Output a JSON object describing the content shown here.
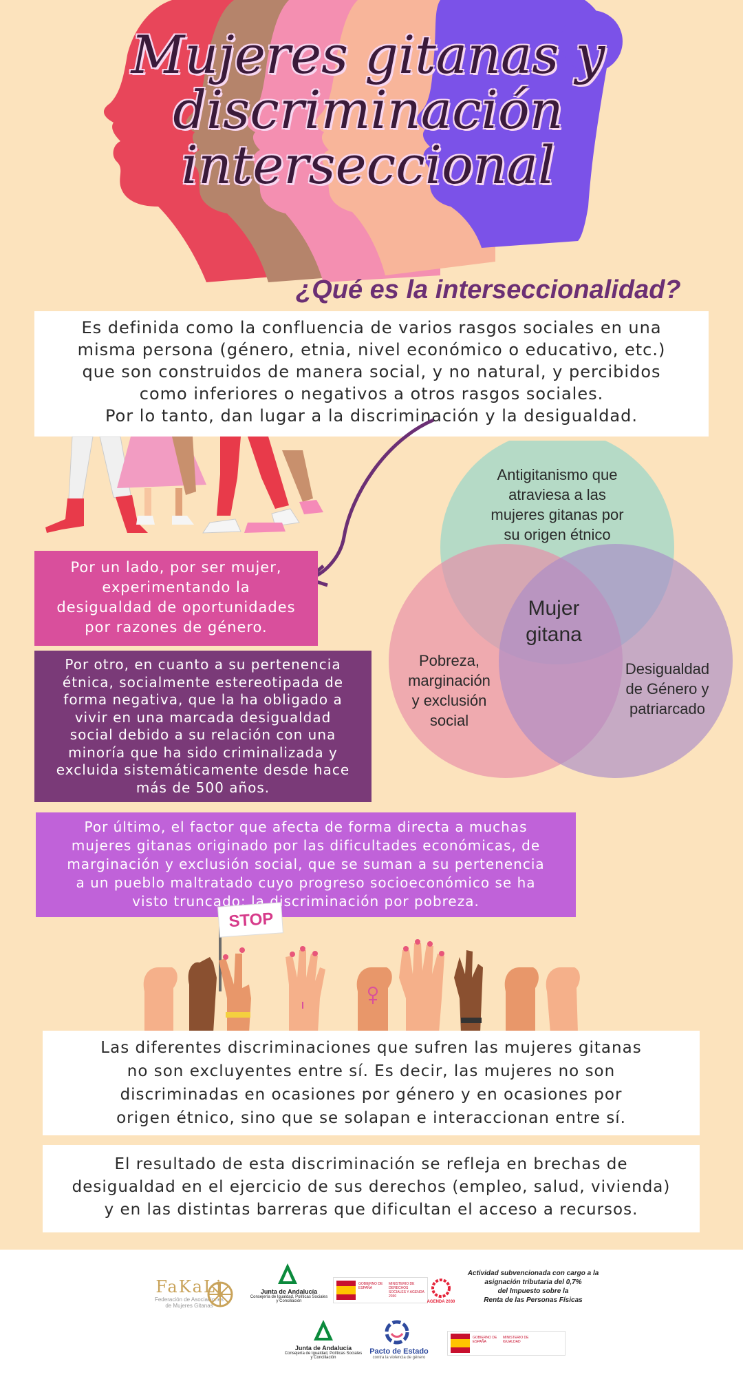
{
  "header": {
    "title_line1": "Mujeres gitanas y",
    "title_line2": "discriminación",
    "title_line3": "interseccional",
    "subtitle": "¿Qué es la interseccionalidad?"
  },
  "definition": {
    "l1": "Es definida como la confluencia de varios rasgos sociales en una",
    "l2": "misma persona (género, etnia, nivel económico o educativo, etc.)",
    "l3": "que son construidos de manera social, y no natural, y percibidos",
    "l4": "como inferiores o negativos a otros rasgos sociales.",
    "l5": "Por lo tanto, dan lugar a la discriminación y la desigualdad."
  },
  "gender_box": {
    "l1": "Por un lado, por ser mujer,",
    "l2": "experimentando la",
    "l3": "desigualdad de oportunidades",
    "l4": "por razones de género."
  },
  "ethnic_box": {
    "l1": "Por otro, en cuanto a su pertenencia",
    "l2": "étnica, socialmente estereotipada de",
    "l3": "forma negativa, que la ha obligado a",
    "l4": "vivir en una marcada desigualdad",
    "l5": "social debido a su relación con una",
    "l6": "minoría que ha sido criminalizada y",
    "l7": "excluida sistemáticamente desde hace",
    "l8": "más de 500 años."
  },
  "poverty_box": {
    "l1": "Por último, el factor que afecta de forma directa a muchas",
    "l2": "mujeres gitanas originado por las dificultades económicas, de",
    "l3": "marginación y exclusión social, que se suman a su pertenencia",
    "l4": "a un pueblo maltratado cuyo progreso socioeconómico se ha",
    "l5": "visto truncado: la discriminación por pobreza."
  },
  "venn": {
    "top": [
      "Antigitanismo que",
      "atraviesa a las",
      "mujeres gitanas por",
      "su origen étnico"
    ],
    "left": [
      "Pobreza,",
      "marginación",
      "y exclusión",
      "social"
    ],
    "right": [
      "Desigualdad",
      "de Género y",
      "patriarcado"
    ],
    "center": [
      "Mujer",
      "gitana"
    ]
  },
  "stop_sign": "STOP",
  "overlap_box": {
    "l1": "Las diferentes discriminaciones que sufren las mujeres gitanas",
    "l2": "no son excluyentes entre sí. Es decir, las mujeres no son",
    "l3": "discriminadas en ocasiones por género y en ocasiones por",
    "l4": "origen étnico, sino que se solapan e interaccionan entre sí."
  },
  "result_box": {
    "l1": "El resultado de esta discriminación se refleja en brechas de",
    "l2": "desigualdad en el ejercicio de sus derechos (empleo, salud, vivienda)",
    "l3": "y en las distintas barreras que dificultan el acceso a recursos."
  },
  "footer": {
    "fakali": "FaKaLi",
    "fakali_sub1": "Federación de Asociaciones",
    "fakali_sub2": "de Mujeres Gitanas",
    "junta1": "Junta de Andalucía",
    "junta1_sub1": "Consejería de Igualdad, Políticas Sociales",
    "junta1_sub2": "y Conciliación",
    "junta2": "Junta de Andalucía",
    "junta2_sub1": "Consejería de Igualdad, Políticas Sociales",
    "junta2_sub2": "y Conciliación",
    "pacto": "Pacto de Estado",
    "pacto_sub": "contra la violencia de género",
    "gobierno1": "GOBIERNO DE ESPAÑA",
    "ministerio1": "MINISTERIO DE DERECHOS SOCIALES Y AGENDA 2030",
    "agenda": "AGENDA 2030",
    "gobierno2": "GOBIERNO DE ESPAÑA",
    "ministerio2": "MINISTERIO DE IGUALDAD",
    "activity1": "Actividad subvencionada con cargo a la",
    "activity2": "asignación tributaria del 0,7%",
    "activity3": "del Impuesto sobre la",
    "activity4": "Renta de las Personas Físicas"
  },
  "colors": {
    "background": "#FCE3BD",
    "gender_box": "#D94F9C",
    "ethnic_box": "#7A3A78",
    "poverty_box": "#C062D9",
    "title": "#3A1A3A",
    "subtitle": "#6B2F74",
    "venn_top": "#A8D8C8",
    "venn_left": "#E88CA8",
    "venn_right": "#A98CC8"
  }
}
